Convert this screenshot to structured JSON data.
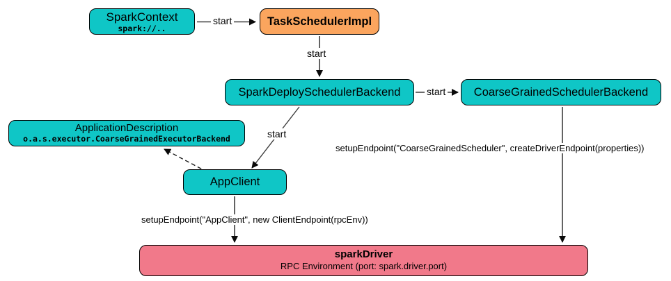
{
  "diagram": {
    "nodes": {
      "spark_context": {
        "title": "SparkContext",
        "subtitle": "spark://.."
      },
      "task_scheduler_impl": {
        "title": "TaskSchedulerImpl"
      },
      "spark_deploy_scheduler_backend": {
        "title": "SparkDeploySchedulerBackend"
      },
      "coarse_grained_scheduler_backend": {
        "title": "CoarseGrainedSchedulerBackend"
      },
      "application_description": {
        "title": "ApplicationDescription",
        "subtitle": "o.a.s.executor.CoarseGrainedExecutorBackend"
      },
      "app_client": {
        "title": "AppClient"
      },
      "spark_driver": {
        "title": "sparkDriver",
        "subtitle": "RPC Environment (port: spark.driver.port)"
      }
    },
    "edge_labels": {
      "start_context_to_task": "start",
      "start_task_to_deploy": "start",
      "start_deploy_to_coarse": "start",
      "start_deploy_to_appclient": "start",
      "setup_appclient": "setupEndpoint(\"AppClient\", new ClientEndpoint(rpcEnv))",
      "setup_coarse": "setupEndpoint(\"CoarseGrainedScheduler\", createDriverEndpoint(properties))"
    },
    "colors": {
      "teal": "#0FC6C6",
      "orange": "#FBA55E",
      "pink": "#F1798A"
    }
  }
}
